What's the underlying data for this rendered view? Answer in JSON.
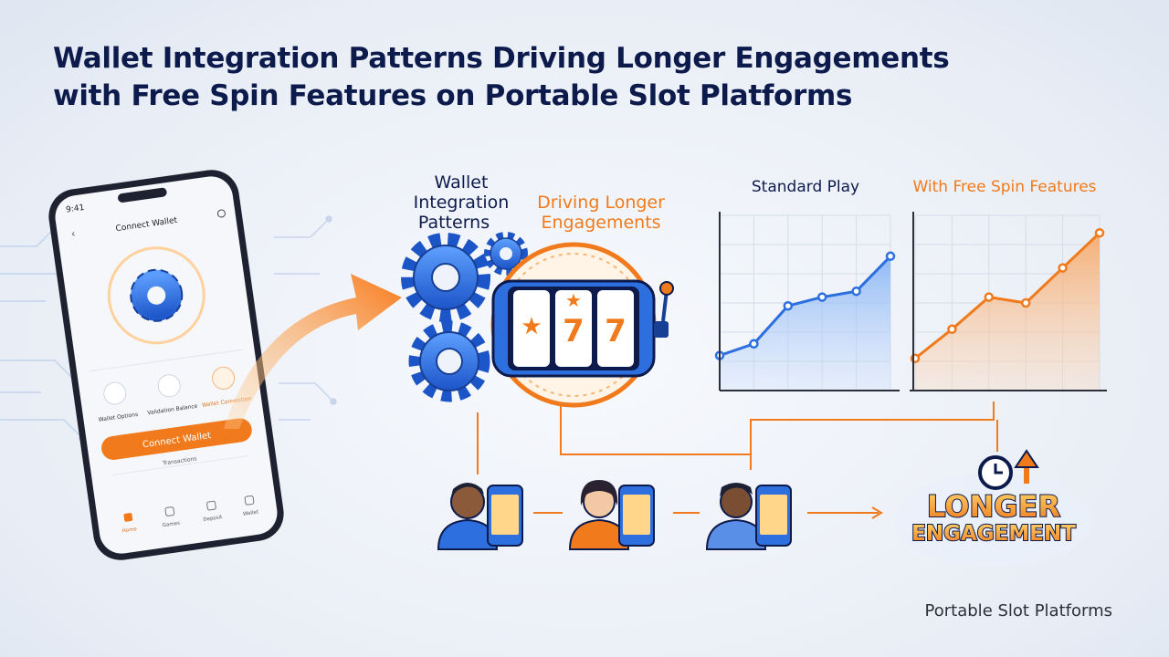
{
  "title_line1": "Wallet Integration Patterns Driving Longer Engagements",
  "title_line2": "with Free Spin Features on Portable Slot Platforms",
  "phone": {
    "time": "9:41",
    "header": "Connect Wallet",
    "options": [
      "Wallet Options",
      "Validation Balance",
      "Wallet Connection"
    ],
    "connect_button": "Connect Wallet",
    "subtext": "Transactions",
    "nav": [
      "Home",
      "Games",
      "Deposit",
      "Wallet"
    ]
  },
  "labels": {
    "wallet_line1": "Wallet",
    "wallet_line2": "Integration",
    "wallet_line3": "Patterns",
    "driving_line1": "Driving Longer",
    "driving_line2": "Engagements",
    "slot_symbols": [
      "7",
      "7"
    ]
  },
  "charts": {
    "standard_title": "Standard Play",
    "freespin_title": "With Free Spin Features",
    "standard_values": [
      1.2,
      1.6,
      2.9,
      3.2,
      3.4,
      4.6
    ],
    "freespin_values": [
      1.1,
      2.1,
      3.2,
      3.0,
      4.2,
      5.4
    ],
    "standard_color": "#2e6fe0",
    "freespin_color": "#f07a1c"
  },
  "badge": {
    "line1": "LONGER",
    "line2": "ENGAGEMENT"
  },
  "footer": "Portable Slot Platforms",
  "colors": {
    "navy": "#0d1b4c",
    "orange": "#f07a1c",
    "blue": "#2e6fe0"
  }
}
